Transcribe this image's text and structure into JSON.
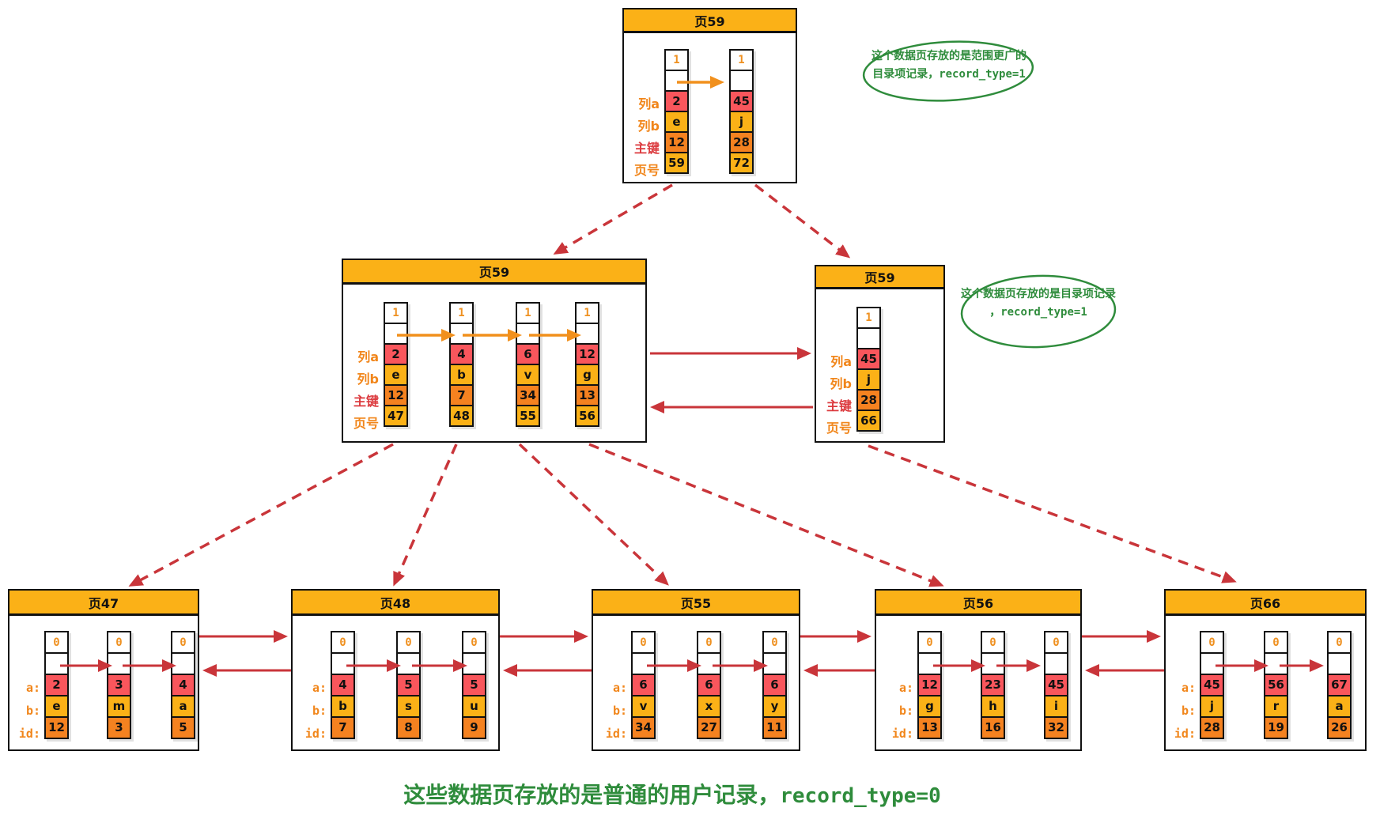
{
  "caption": {
    "text": "这些数据页存放的是普通的用户记录，",
    "code": "record_type=0"
  },
  "annotations": [
    {
      "line1": "这个数据页存放的是范围更广的",
      "line2_prefix": "目录项记录，",
      "code": "record_type=1"
    },
    {
      "line1": "这个数据页存放的是目录项记录",
      "line2_prefix": "，",
      "code": "record_type=1"
    }
  ],
  "pages": [
    {
      "id": "top-59",
      "title": "页59",
      "kind": "directory",
      "flag": "1",
      "row_labels": [
        "列a",
        "列b",
        "主键",
        "页号"
      ],
      "records": [
        [
          "2",
          "e",
          "12",
          "59"
        ],
        [
          "45",
          "j",
          "28",
          "72"
        ]
      ]
    },
    {
      "id": "mid-left-59",
      "title": "页59",
      "kind": "directory",
      "flag": "1",
      "row_labels": [
        "列a",
        "列b",
        "主键",
        "页号"
      ],
      "records": [
        [
          "2",
          "e",
          "12",
          "47"
        ],
        [
          "4",
          "b",
          "7",
          "48"
        ],
        [
          "6",
          "v",
          "34",
          "55"
        ],
        [
          "12",
          "g",
          "13",
          "56"
        ]
      ]
    },
    {
      "id": "mid-right-59",
      "title": "页59",
      "kind": "directory",
      "flag": "1",
      "row_labels": [
        "列a",
        "列b",
        "主键",
        "页号"
      ],
      "records": [
        [
          "45",
          "j",
          "28",
          "66"
        ]
      ]
    },
    {
      "id": "page-47",
      "title": "页47",
      "kind": "user",
      "flag": "0",
      "row_labels": [
        "a:",
        "b:",
        "id:"
      ],
      "records": [
        [
          "2",
          "e",
          "12"
        ],
        [
          "3",
          "m",
          "3"
        ],
        [
          "4",
          "a",
          "5"
        ]
      ]
    },
    {
      "id": "page-48",
      "title": "页48",
      "kind": "user",
      "flag": "0",
      "row_labels": [
        "a:",
        "b:",
        "id:"
      ],
      "records": [
        [
          "4",
          "b",
          "7"
        ],
        [
          "5",
          "s",
          "8"
        ],
        [
          "5",
          "u",
          "9"
        ]
      ]
    },
    {
      "id": "page-55",
      "title": "页55",
      "kind": "user",
      "flag": "0",
      "row_labels": [
        "a:",
        "b:",
        "id:"
      ],
      "records": [
        [
          "6",
          "v",
          "34"
        ],
        [
          "6",
          "x",
          "27"
        ],
        [
          "6",
          "y",
          "11"
        ]
      ]
    },
    {
      "id": "page-56",
      "title": "页56",
      "kind": "user",
      "flag": "0",
      "row_labels": [
        "a:",
        "b:",
        "id:"
      ],
      "records": [
        [
          "12",
          "g",
          "13"
        ],
        [
          "23",
          "h",
          "16"
        ],
        [
          "45",
          "i",
          "32"
        ]
      ]
    },
    {
      "id": "page-66",
      "title": "页66",
      "kind": "user",
      "flag": "0",
      "row_labels": [
        "a:",
        "b:",
        "id:"
      ],
      "records": [
        [
          "45",
          "j",
          "28"
        ],
        [
          "56",
          "r",
          "19"
        ],
        [
          "67",
          "a",
          "26"
        ]
      ]
    }
  ],
  "colors": {
    "amber": "#FBB117",
    "red": "#F9565C",
    "orange": "#F58220",
    "flag_text": "#EF9121",
    "label_orange": "#F1861B",
    "label_red": "#DC3A3E",
    "arrow_red": "#C9353A",
    "arrow_orange": "#F1901D",
    "green": "#2F8C3C",
    "border": "#111111"
  }
}
